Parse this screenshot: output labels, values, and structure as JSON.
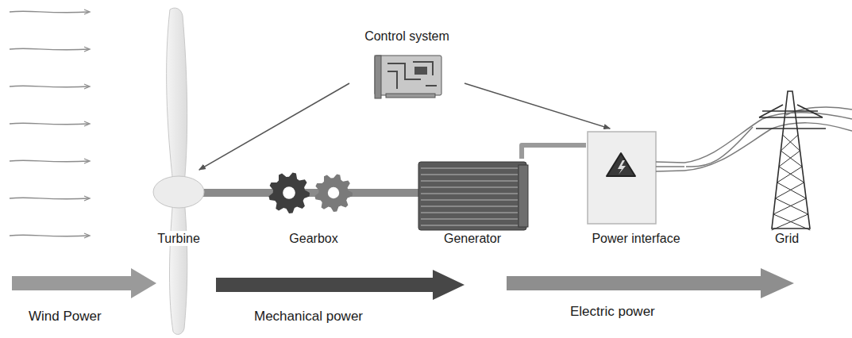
{
  "diagram": {
    "nodes": [
      {
        "text": [
          "Control system"
        ]
      },
      {
        "text": [
          "Turbine"
        ]
      },
      {
        "text": [
          "Gearbox"
        ]
      },
      {
        "text": [
          "Generator"
        ]
      },
      {
        "text": [
          "Power interface"
        ]
      },
      {
        "text": [
          "Grid"
        ]
      }
    ],
    "edges": [
      {
        "from": 0,
        "to": 1,
        "arrow": "to"
      },
      {
        "from": 0,
        "to": 4,
        "arrow": "to"
      },
      {
        "from": 1,
        "to": 2,
        "arrow": "none"
      },
      {
        "from": 2,
        "to": 3,
        "arrow": "none"
      },
      {
        "from": 3,
        "to": 4,
        "arrow": "none"
      },
      {
        "from": 4,
        "to": 5,
        "arrow": "none"
      }
    ],
    "labels": [
      "Wind Power",
      "Mechanical power",
      "Electric power"
    ]
  }
}
